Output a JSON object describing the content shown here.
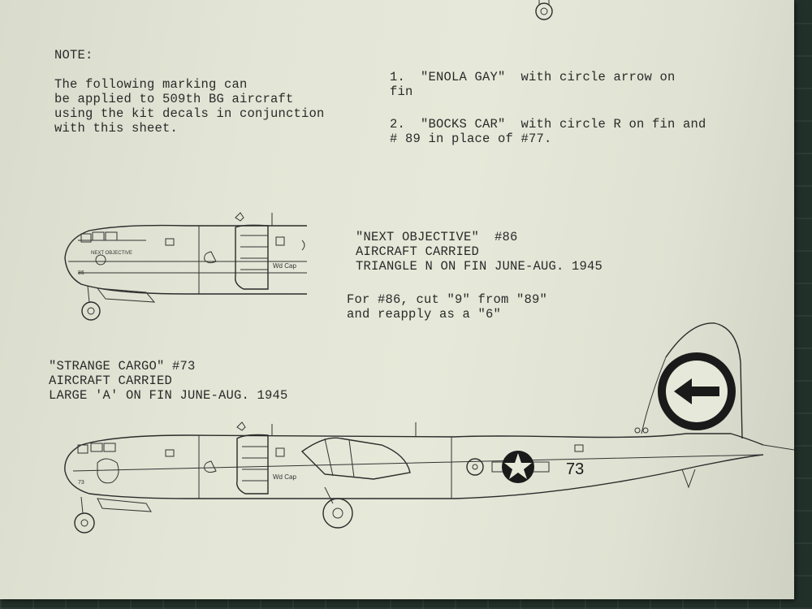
{
  "note": {
    "heading": "NOTE:",
    "body": [
      "The following marking can",
      "be applied to 509th BG aircraft",
      "using the kit decals in conjunction",
      "with this sheet."
    ]
  },
  "list": [
    [
      "1.  \"ENOLA GAY\"  with circle arrow on",
      "fin"
    ],
    [
      "2.  \"BOCKS CAR\"  with circle R on fin and",
      "# 89 in place of #77."
    ]
  ],
  "next_objective": {
    "lines": [
      "\"NEXT OBJECTIVE\"  #86",
      "AIRCRAFT CARRIED",
      "TRIANGLE N ON FIN JUNE-AUG. 1945"
    ],
    "cut_note": [
      "For #86, cut \"9\" from \"89\"",
      "and reapply as a \"6\""
    ]
  },
  "strange_cargo": {
    "lines": [
      "\"STRANGE CARGO\" #73",
      "AIRCRAFT CARRIED",
      "LARGE 'A' ON FIN JUNE-AUG. 1945"
    ]
  },
  "drawing_labels": {
    "tail_number": "73",
    "nose_number_small": "73",
    "nose_number_top": "86",
    "nose_art_top": "NEXT OBJECTIVE",
    "engine_label": "Wd Cap"
  },
  "colors": {
    "paper": "#e3e5d6",
    "ink": "#2a2a2a",
    "mat": "#22302a"
  }
}
